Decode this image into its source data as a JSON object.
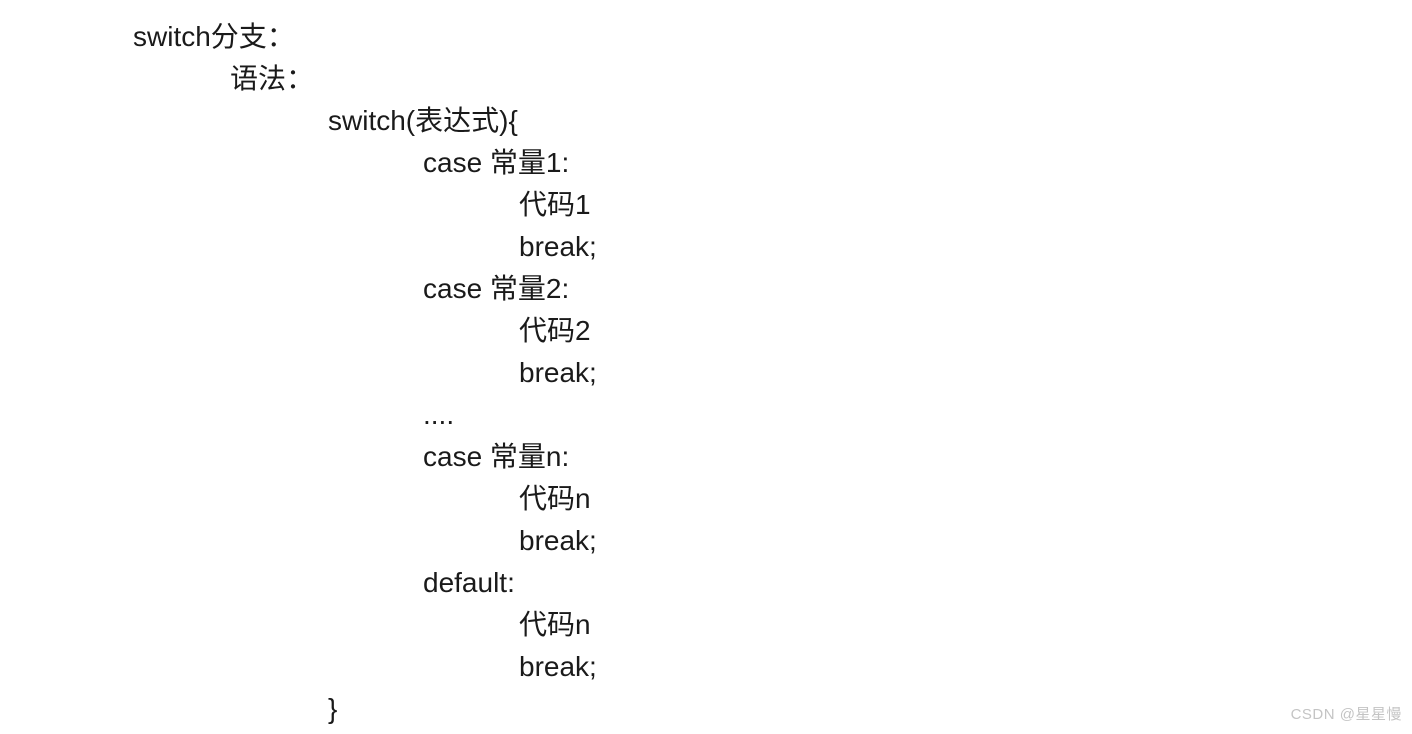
{
  "page": {
    "background": "#ffffff",
    "text_color": "#1a1a1a"
  },
  "note": {
    "title": "switch分支：",
    "lines": [
      {
        "text": "switch分支：",
        "indent": 1
      },
      {
        "text": "语法：",
        "indent": 2
      },
      {
        "text": "switch(表达式){",
        "indent": 3
      },
      {
        "text": "case 常量1:",
        "indent": 4
      },
      {
        "text": "代码1",
        "indent": 5
      },
      {
        "text": "break;",
        "indent": 5
      },
      {
        "text": "case 常量2:",
        "indent": 4
      },
      {
        "text": "代码2",
        "indent": 5
      },
      {
        "text": "break;",
        "indent": 5
      },
      {
        "text": "....",
        "indent": 4
      },
      {
        "text": "case 常量n:",
        "indent": 4
      },
      {
        "text": "代码n",
        "indent": 5
      },
      {
        "text": "break;",
        "indent": 5
      },
      {
        "text": "default:",
        "indent": 4
      },
      {
        "text": "代码n",
        "indent": 5
      },
      {
        "text": "break;",
        "indent": 5
      },
      {
        "text": "}",
        "indent": 3
      }
    ]
  },
  "watermark": {
    "text": "CSDN @星星慢",
    "color": "#c4c4c4"
  }
}
